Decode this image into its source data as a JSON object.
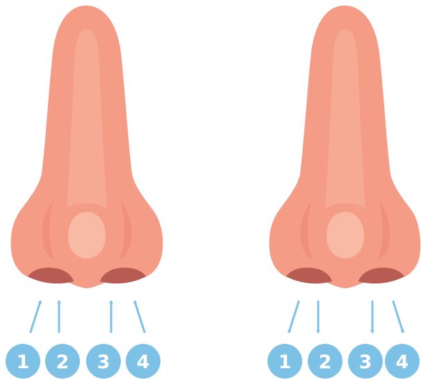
{
  "colors": {
    "skin": "#F49C86",
    "skin_highlight": "#F6AA93",
    "skin_tip": "#F8B9A5",
    "skin_shadow": "#EE8A76",
    "nostril": "#B85B52",
    "arrow": "#7EC1E6",
    "badge": "#7EC1E6",
    "badge_text": "#FFFFFF"
  },
  "diagrams": [
    {
      "id": "inhale",
      "arrow_direction": "up",
      "badges": [
        "1",
        "2",
        "3",
        "4"
      ]
    },
    {
      "id": "exhale",
      "arrow_direction": "down",
      "badges": [
        "1",
        "2",
        "3",
        "4"
      ]
    }
  ]
}
